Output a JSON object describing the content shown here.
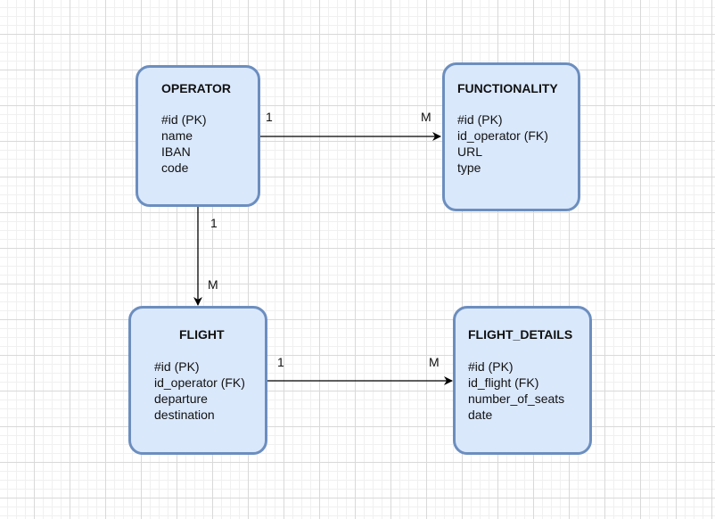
{
  "entities": {
    "operator": {
      "title": "OPERATOR",
      "fields": [
        "#id (PK)",
        "name",
        "IBAN",
        "code"
      ]
    },
    "functionality": {
      "title": "FUNCTIONALITY",
      "fields": [
        "#id (PK)",
        "id_operator (FK)",
        "URL",
        "type"
      ]
    },
    "flight": {
      "title": "FLIGHT",
      "fields": [
        "#id (PK)",
        "id_operator (FK)",
        "departure",
        "destination"
      ]
    },
    "flight_details": {
      "title": "FLIGHT_DETAILS",
      "fields": [
        "#id (PK)",
        "id_flight (FK)",
        "number_of_seats",
        "date"
      ]
    }
  },
  "relationships": [
    {
      "from": "OPERATOR",
      "to": "FUNCTIONALITY",
      "from_card": "1",
      "to_card": "M"
    },
    {
      "from": "OPERATOR",
      "to": "FLIGHT",
      "from_card": "1",
      "to_card": "M"
    },
    {
      "from": "FLIGHT",
      "to": "FLIGHT_DETAILS",
      "from_card": "1",
      "to_card": "M"
    }
  ],
  "colors": {
    "entity_fill": "#dae8fc",
    "entity_stroke": "#6c8ebf",
    "line": "#000000"
  }
}
